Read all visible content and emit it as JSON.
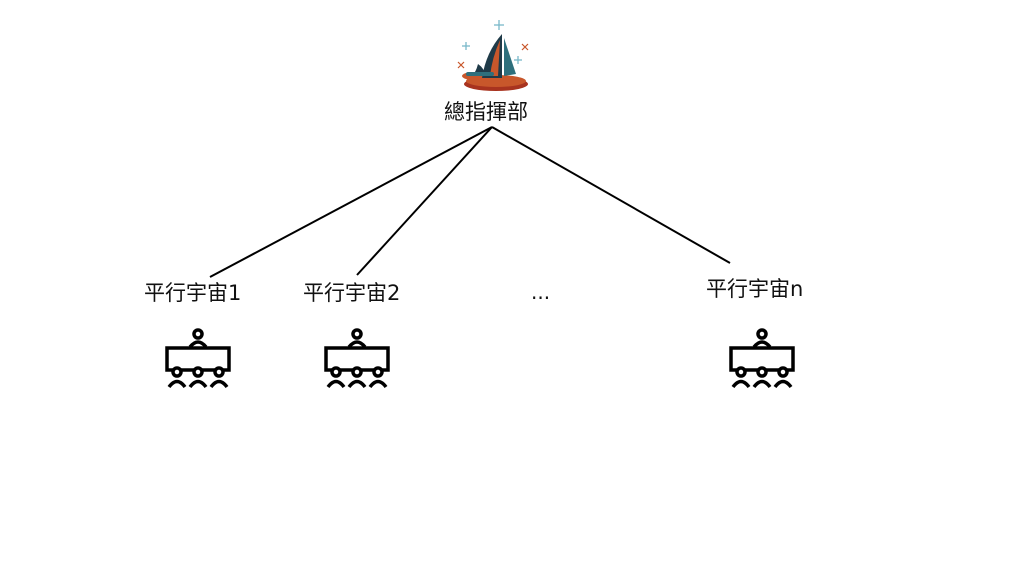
{
  "root": {
    "label": "總指揮部",
    "icon": "sailboat-logo-icon"
  },
  "children": [
    {
      "label": "平行宇宙1",
      "icon": "meeting-table-icon"
    },
    {
      "label": "平行宇宙2",
      "icon": "meeting-table-icon"
    },
    {
      "label": "..."
    },
    {
      "label": "平行宇宙n",
      "icon": "meeting-table-icon"
    }
  ],
  "colors": {
    "line": "#000000",
    "text": "#111111",
    "logo_dark": "#1f3a48",
    "logo_teal": "#2e6f7c",
    "logo_orange": "#c8572b",
    "logo_red": "#a8331f",
    "logo_sparkle": "#7ab8c9"
  }
}
